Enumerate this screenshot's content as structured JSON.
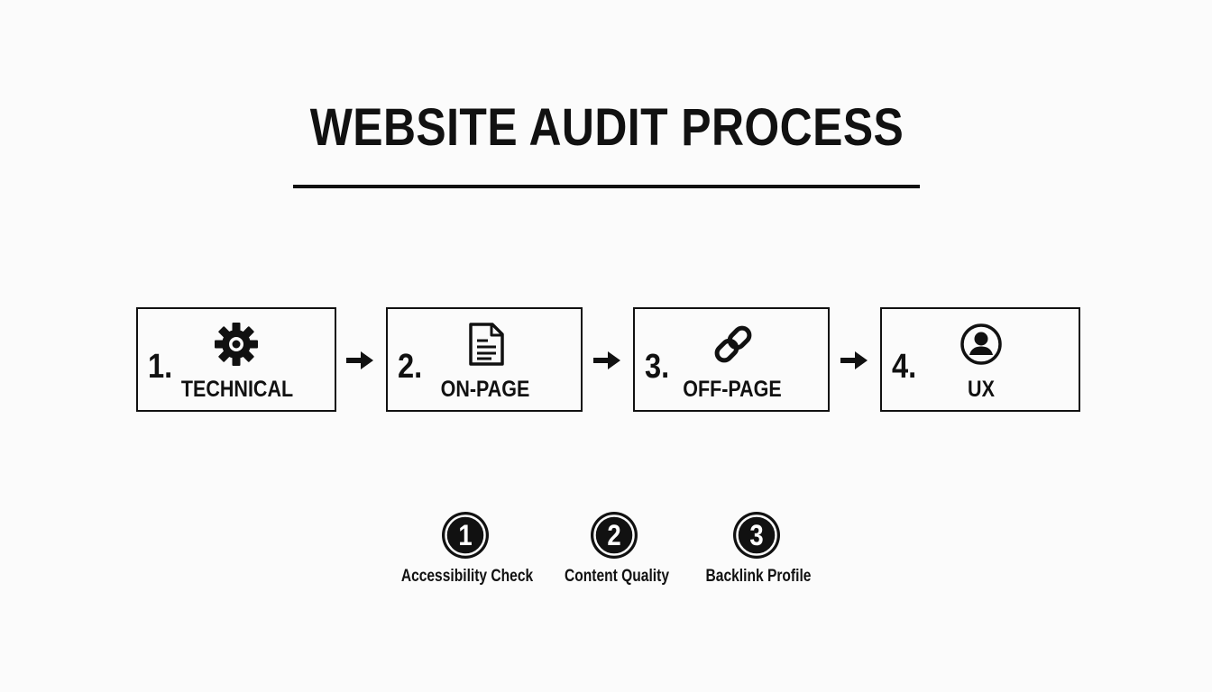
{
  "title": "WEBSITE AUDIT PROCESS",
  "steps": [
    {
      "number": "1.",
      "label": "TECHNICAL",
      "icon": "gear-icon"
    },
    {
      "number": "2.",
      "label": "ON-PAGE",
      "icon": "document-icon"
    },
    {
      "number": "3.",
      "label": "OFF-PAGE",
      "icon": "link-icon"
    },
    {
      "number": "4.",
      "label": "UX",
      "icon": "user-icon"
    }
  ],
  "checks": [
    {
      "number": "1",
      "label": "Accessibility Check"
    },
    {
      "number": "2",
      "label": "Content Quality"
    },
    {
      "number": "3",
      "label": "Backlink Profile"
    }
  ],
  "colors": {
    "background": "#fbfbfb",
    "ink": "#111111",
    "badge_text": "#ffffff"
  }
}
